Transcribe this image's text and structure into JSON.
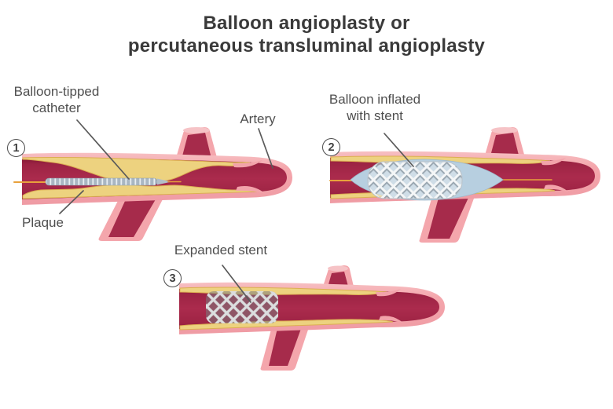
{
  "title": {
    "line1": "Balloon angioplasty or",
    "line2": "percutaneous transluminal angioplasty"
  },
  "steps": [
    {
      "number": "1"
    },
    {
      "number": "2"
    },
    {
      "number": "3"
    }
  ],
  "labels": {
    "catheter": "Balloon-tipped catheter",
    "artery": "Artery",
    "plaque": "Plaque",
    "balloon_stent": "Balloon inflated with stent",
    "expanded_stent": "Expanded stent"
  },
  "colors": {
    "title_text": "#3a3a3a",
    "label_text": "#4f4f4f",
    "pointer_line": "#5a5a5a",
    "artery_wall_pink": "#f4a6ac",
    "artery_lumen_red": "#a32746",
    "lumen_shadow_red": "#8a1d3c",
    "plaque_yellow": "#edd27f",
    "plaque_edge": "#dcae52",
    "balloon_blue": "#b7cfe0",
    "stent_mesh_light": "#f4f6f7",
    "stent_mesh_dark": "#6b6b6e",
    "catheter_gray": "#a9b6c2",
    "guidewire_orange": "#e8a13c"
  }
}
